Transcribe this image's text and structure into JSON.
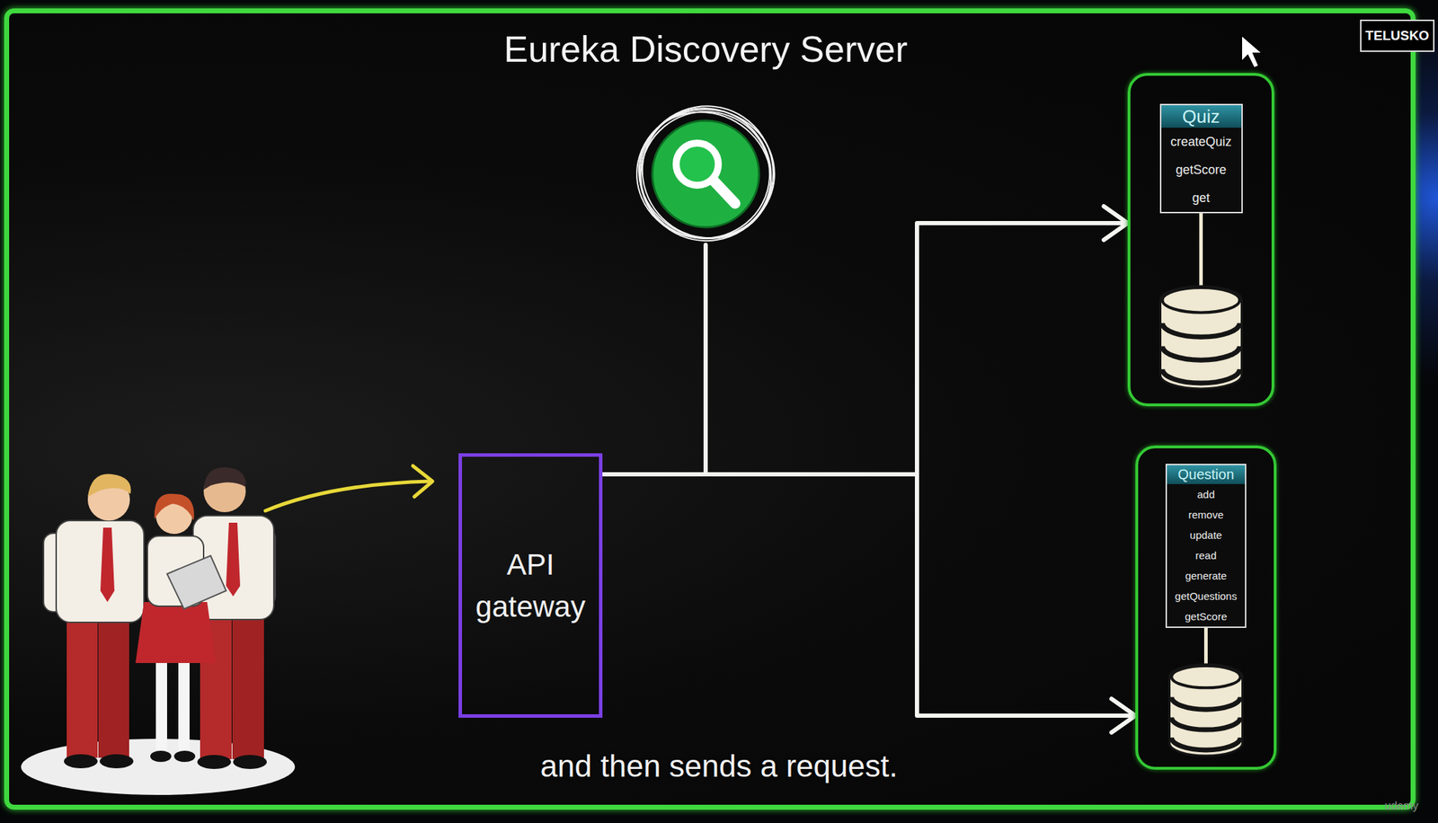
{
  "diagram": {
    "caption": "and then sends a request.",
    "nodes": [
      {
        "text": [
          "Eureka Discovery Server"
        ]
      },
      {
        "text": [
          "API gateway"
        ]
      },
      {
        "text": [
          "Quiz",
          "createQuiz",
          "getScore",
          "get"
        ]
      },
      {
        "text": [
          "Question",
          "add",
          "remove",
          "update",
          "read",
          "generate",
          "getQuestions",
          "getScore"
        ]
      }
    ],
    "edges": [
      {
        "from": 1,
        "to": 0,
        "arrow": "none"
      },
      {
        "from": 1,
        "to": 2,
        "arrow": "to"
      },
      {
        "from": 1,
        "to": 3,
        "arrow": "to"
      }
    ],
    "labels": [
      "TELUSKO",
      "udemy"
    ]
  }
}
